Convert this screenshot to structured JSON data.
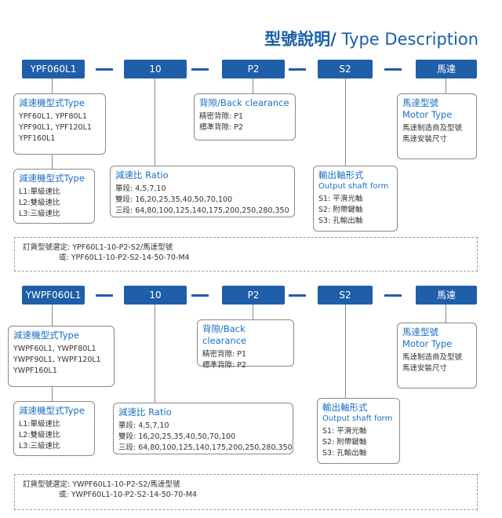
{
  "title": {
    "zh": "型號說明/",
    "en": " Type Description"
  },
  "sections": [
    {
      "series": "YPF060L1",
      "ratio": "10",
      "backlash": "P2",
      "shaft": "S2",
      "motor": "馬達",
      "model_box": {
        "head": "減速機型式Type",
        "lines": [
          "YPF60L1, YPF80L1",
          "YPF90L1, YPF120L1",
          "YPF160L1"
        ]
      },
      "stage_box": {
        "head": "減速機型式Type",
        "lines": [
          "L1:單級速比",
          "L2:雙級速比",
          "L3:三級速比"
        ]
      },
      "ratio_box": {
        "head": "減速比 Ratio",
        "lines": [
          "單段:  4,5,7,10",
          "雙段:  16,20,25,35,40,50,70,100",
          "三段:  64,80,100,125,140,175,200,250,280,350"
        ]
      },
      "backlash_box": {
        "head": "背隙/Back clearance",
        "lines": [
          "精密背隙: P1",
          "標準背隙: P2"
        ]
      },
      "shaft_box": {
        "head": "輸出軸形式",
        "head2": "Output shaft form",
        "lines": [
          "S1:  平滑光軸",
          "S2:  附帶鍵軸",
          "S3:  孔輸出軸"
        ]
      },
      "motor_box": {
        "head": "馬達型號",
        "head2": "Motor Type",
        "lines": [
          "馬達制造商及型號",
          "馬達安裝尺寸"
        ]
      },
      "order": {
        "label": "訂貨型號選定:",
        "line1": "YPF60L1-10-P2-S2/馬達型號",
        "or": "或:",
        "line2": "YPF60L1-10-P2-S2-14-50-70-M4"
      }
    },
    {
      "series": "YWPF060L1",
      "ratio": "10",
      "backlash": "P2",
      "shaft": "S2",
      "motor": "馬達",
      "model_box": {
        "head": "減速機型式Type",
        "lines": [
          "YWPF60L1, YWPF80L1",
          "YWPF90L1, YWPF120L1",
          "YWPF160L1"
        ]
      },
      "stage_box": {
        "head": "減速機型式Type",
        "lines": [
          "L1:單級速比",
          "L2:雙級速比",
          "L3:三級速比"
        ]
      },
      "ratio_box": {
        "head": "減速比 Ratio",
        "lines": [
          "單段:  4,5,7,10",
          "雙段:  16,20,25,35,40,50,70,100",
          "三段:  64,80,100,125,140,175,200,250,280,350"
        ]
      },
      "backlash_box": {
        "head": "背隙/Back clearance",
        "lines": [
          "精密背隙: P1",
          "標準背隙: P2"
        ]
      },
      "shaft_box": {
        "head": "輸出軸形式",
        "head2": "Output shaft form",
        "lines": [
          "S1:  平滑光軸",
          "S2:  附帶鍵軸",
          "S3:  孔輸出軸"
        ]
      },
      "motor_box": {
        "head": "馬達型號",
        "head2": "Motor Type",
        "lines": [
          "馬達制造商及型號",
          "馬達安裝尺寸"
        ]
      },
      "order": {
        "label": "訂貨型號選定:",
        "line1": "YWPF60L1-10-P2-S2/馬達型號",
        "or": "或:",
        "line2": "YWPF60L1-10-P2-S2-14-50-70-M4"
      }
    }
  ]
}
